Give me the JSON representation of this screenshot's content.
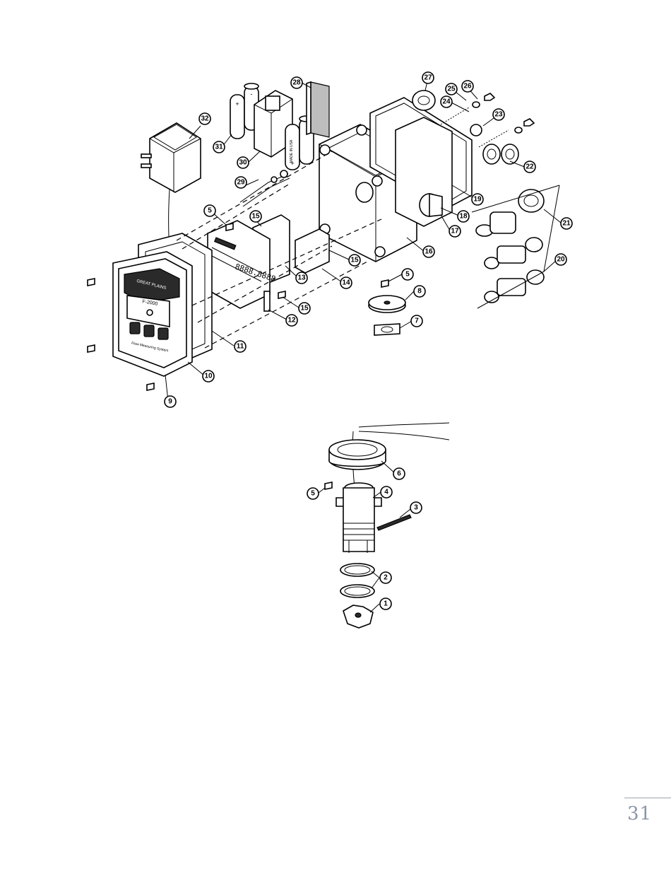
{
  "page": {
    "number": "31"
  },
  "diagram_top": {
    "callouts": [
      "1",
      "2",
      "3",
      "4",
      "5",
      "6",
      "7",
      "8",
      "9",
      "10",
      "11",
      "12",
      "13",
      "14",
      "15",
      "16",
      "17",
      "18",
      "19",
      "20",
      "21",
      "22",
      "23",
      "24",
      "25",
      "26",
      "27",
      "28",
      "29",
      "30",
      "31",
      "32"
    ],
    "display_text": {
      "brand": "GREAT PLAINS",
      "model": "F-2000",
      "tagline": "Flow Measuring System",
      "digits": "8888.8888"
    },
    "battery_label": "MADE IN USA"
  },
  "diagram_bottom": {
    "callouts": [
      "1",
      "2",
      "3",
      "4",
      "5",
      "6"
    ]
  }
}
